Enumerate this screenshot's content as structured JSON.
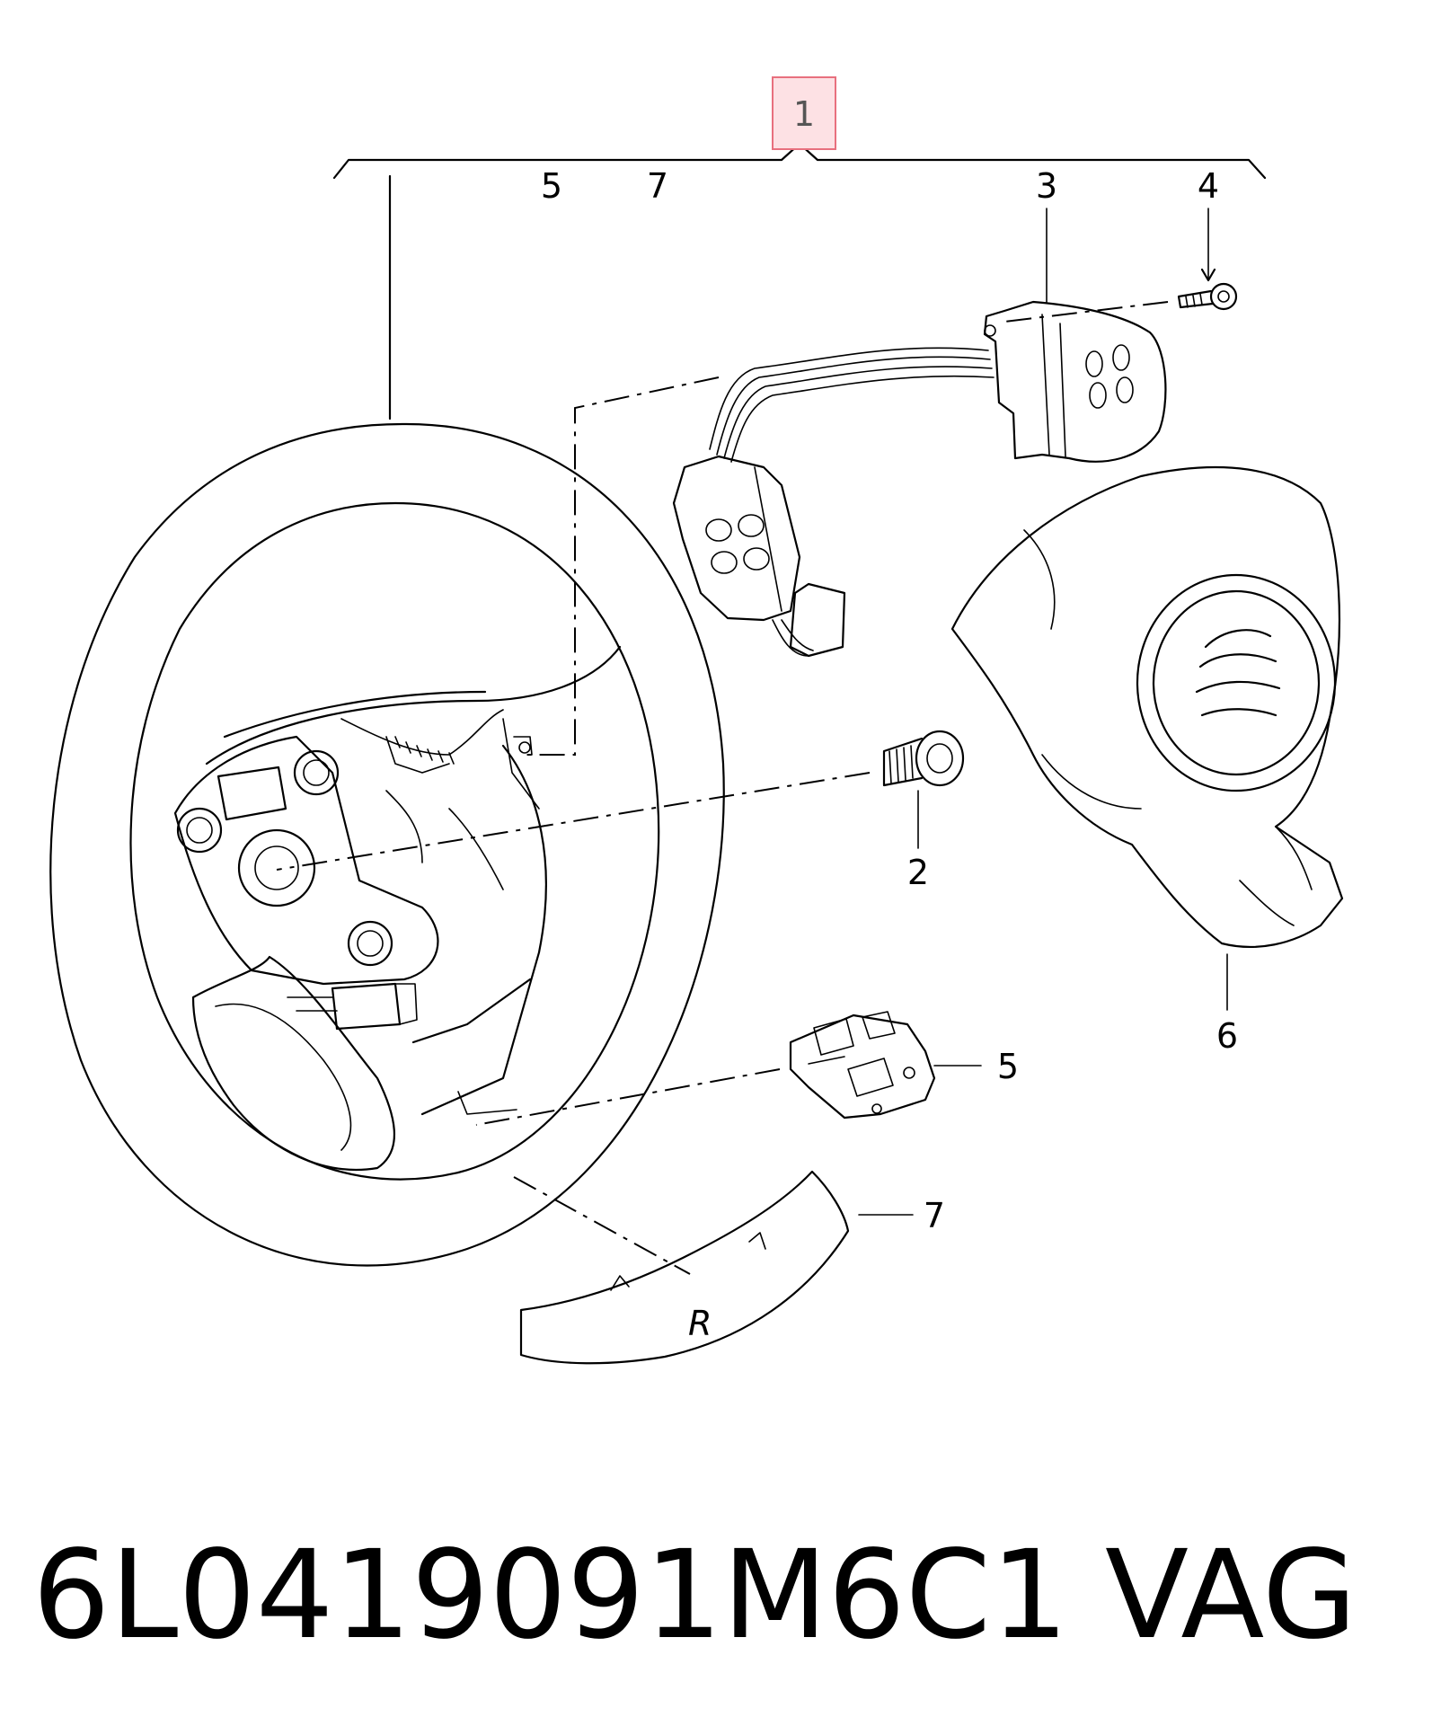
{
  "callouts": {
    "c1": "1",
    "c2": "2",
    "c3": "3",
    "c4": "4",
    "c5_top": "5",
    "c7_top": "7",
    "c5": "5",
    "c6": "6",
    "c7": "7"
  },
  "trim_marking": "R",
  "footer": {
    "part_number": "6L0419091M6C1",
    "brand": "VAG"
  },
  "colors": {
    "highlight_fill": "#fde1e4",
    "highlight_stroke": "#e8707e"
  }
}
